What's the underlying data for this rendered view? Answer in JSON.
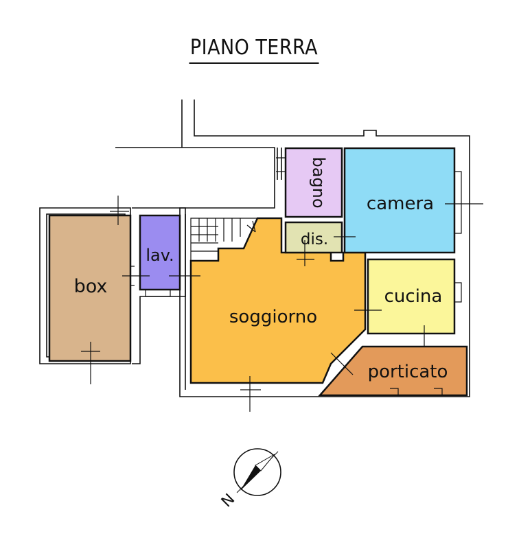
{
  "title": "PIANO TERRA",
  "rooms": {
    "box": "box",
    "lav": "lav.",
    "soggiorno": "soggiorno",
    "bagno": "bagno",
    "camera": "camera",
    "dis": "dis.",
    "cucina": "cucina",
    "porticato": "porticato"
  },
  "compass": {
    "letter": "N"
  },
  "colors": {
    "box": "#d8b48c",
    "lav": "#9b8cf0",
    "soggiorno": "#fbbf4a",
    "bagno": "#e6c9f4",
    "camera": "#8fdcf6",
    "dis": "#e2e3b2",
    "cucina": "#fbf69a",
    "porticato": "#e39a5a"
  }
}
